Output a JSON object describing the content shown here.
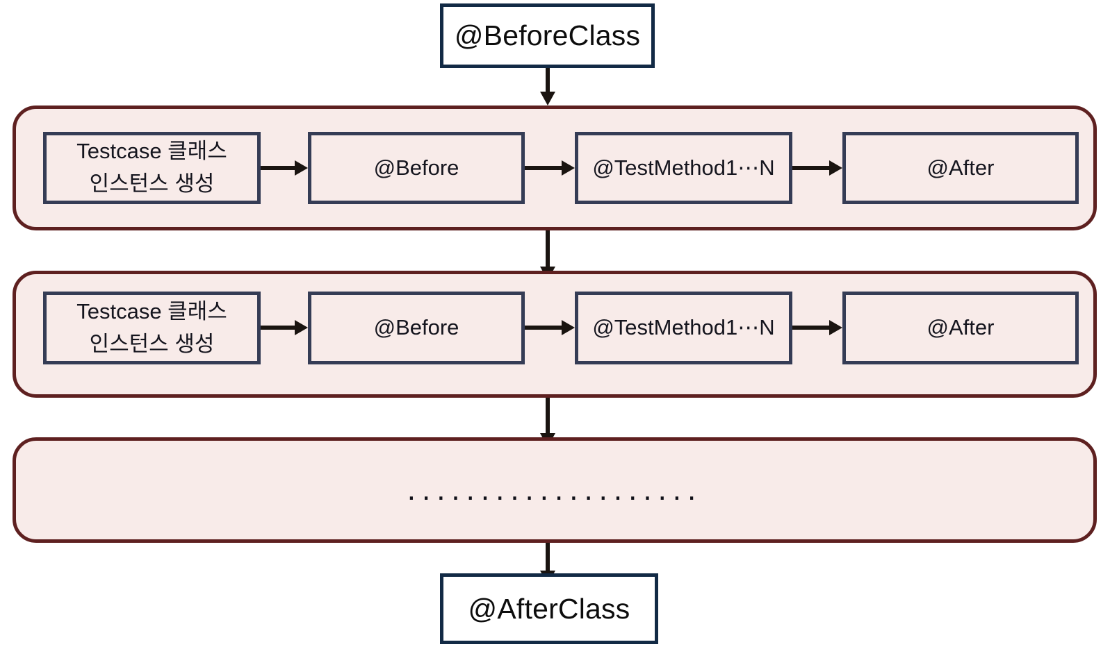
{
  "diagram": {
    "title": "JUnit test lifecycle flow",
    "colors": {
      "group_border": "#5e2020",
      "group_fill": "#f8ebe9",
      "step_border": "#353c55",
      "terminal_border": "#122a45",
      "terminal_fill": "#ffffff",
      "arrow": "#1a1410",
      "text": "#15151e"
    },
    "before_class": {
      "label": "@BeforeClass"
    },
    "after_class": {
      "label": "@AfterClass"
    },
    "groups": [
      {
        "id": "iteration-1",
        "steps": [
          {
            "id": "testcase-instance",
            "line1": "Testcase 클래스",
            "line2": "인스턴스 생성"
          },
          {
            "id": "before",
            "line1": "@Before"
          },
          {
            "id": "test-methods",
            "line1": "@TestMethod1⋯N"
          },
          {
            "id": "after",
            "line1": "@After"
          }
        ]
      },
      {
        "id": "iteration-2",
        "steps": [
          {
            "id": "testcase-instance",
            "line1": "Testcase 클래스",
            "line2": "인스턴스 생성"
          },
          {
            "id": "before",
            "line1": "@Before"
          },
          {
            "id": "test-methods",
            "line1": "@TestMethod1⋯N"
          },
          {
            "id": "after",
            "line1": "@After"
          }
        ]
      },
      {
        "id": "iteration-more",
        "ellipsis": "...................."
      }
    ]
  }
}
